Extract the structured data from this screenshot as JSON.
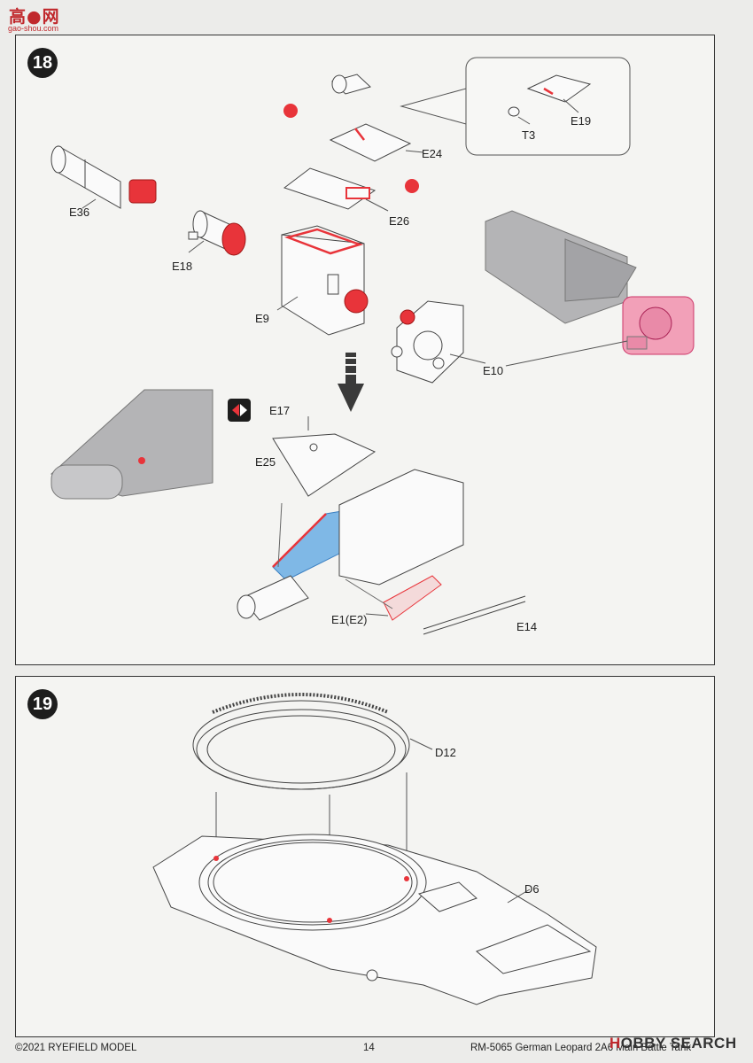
{
  "site_logo": {
    "brand": "高●网",
    "site": "gao-shou.com"
  },
  "step18": {
    "number": "18",
    "labels": {
      "e36": "E36",
      "e18": "E18",
      "e9": "E9",
      "e10": "E10",
      "e24": "E24",
      "e26": "E26",
      "e19": "E19",
      "t3": "T3",
      "e17": "E17",
      "e25": "E25",
      "e1": "E1(E2)",
      "e14": "E14"
    }
  },
  "step19": {
    "number": "19",
    "labels": {
      "d12": "D12",
      "d6": "D6"
    }
  },
  "footer": {
    "copyright": "©2021 RYEFIELD MODEL",
    "page": "14",
    "product": "RM-5065 German Leopard 2A6 Main Battle Tank"
  },
  "watermark": {
    "h": "H",
    "text": "OBBY SEARCH"
  },
  "colors": {
    "glue_red": "#e8343a",
    "highlight_pink": "#f2a0b8",
    "fill_blue": "#7fb8e6",
    "part_grey": "#b4b4b6"
  }
}
